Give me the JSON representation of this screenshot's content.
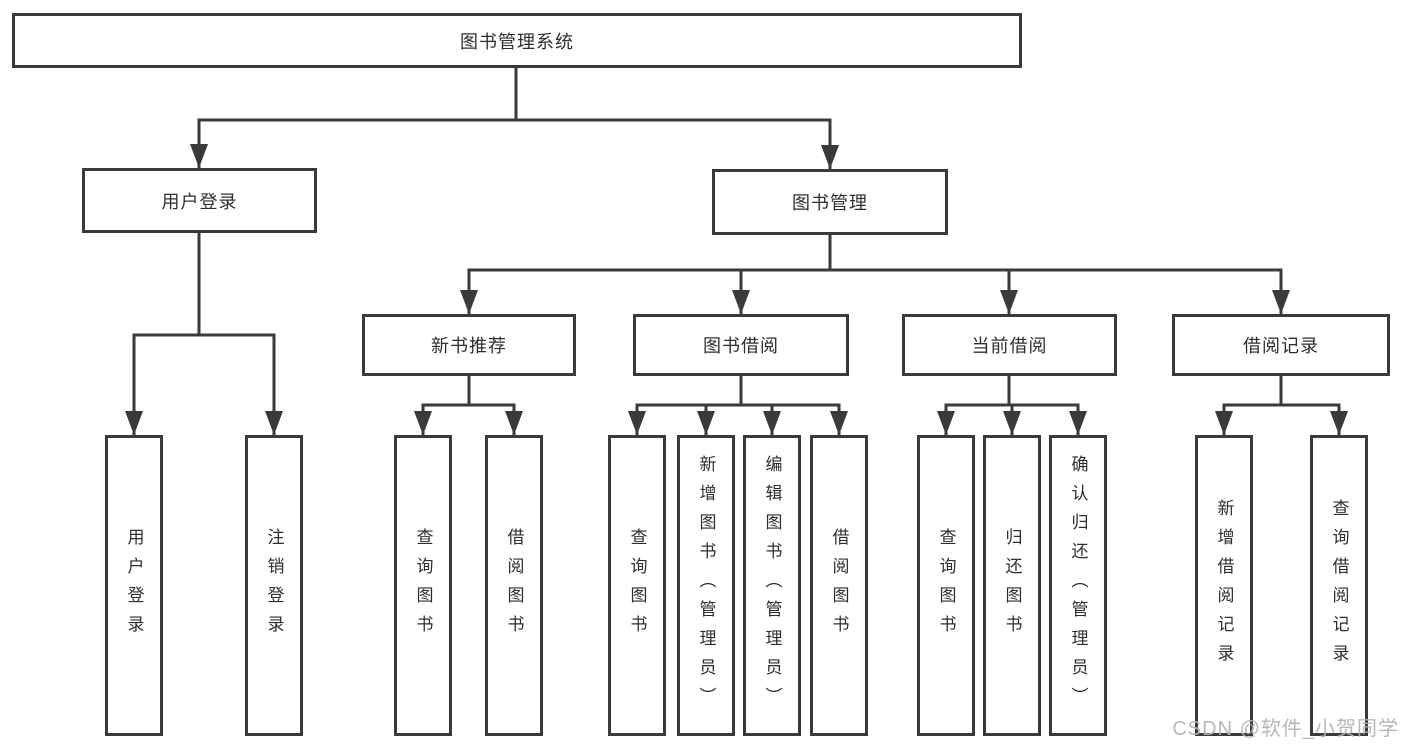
{
  "nodes": {
    "root": "图书管理系统",
    "login": "用户登录",
    "mgmt": "图书管理",
    "rec": "新书推荐",
    "borrow": "图书借阅",
    "current": "当前借阅",
    "records": "借阅记录"
  },
  "leaves": {
    "login_user": "用户登录",
    "login_logout": "注销登录",
    "rec_query": "查询图书",
    "rec_borrow": "借阅图书",
    "borrow_query": "查询图书",
    "borrow_add": "新增图书（管理员）",
    "borrow_edit": "编辑图书（管理员）",
    "borrow_borrow": "借阅图书",
    "current_query": "查询图书",
    "current_return": "归还图书",
    "current_confirm": "确认归还（管理员）",
    "records_add": "新增借阅记录",
    "records_query": "查询借阅记录"
  },
  "hierarchy": {
    "图书管理系统": {
      "用户登录": [
        "用户登录",
        "注销登录"
      ],
      "图书管理": {
        "新书推荐": [
          "查询图书",
          "借阅图书"
        ],
        "图书借阅": [
          "查询图书",
          "新增图书（管理员）",
          "编辑图书（管理员）",
          "借阅图书"
        ],
        "当前借阅": [
          "查询图书",
          "归还图书",
          "确认归还（管理员）"
        ],
        "借阅记录": [
          "新增借阅记录",
          "查询借阅记录"
        ]
      }
    }
  },
  "watermark": "CSDN @软件_小贺同学",
  "colors": {
    "line": "#3a3a3a",
    "text": "#2e2e2e",
    "background": "#ffffff",
    "watermark": "#b5b5b5"
  }
}
